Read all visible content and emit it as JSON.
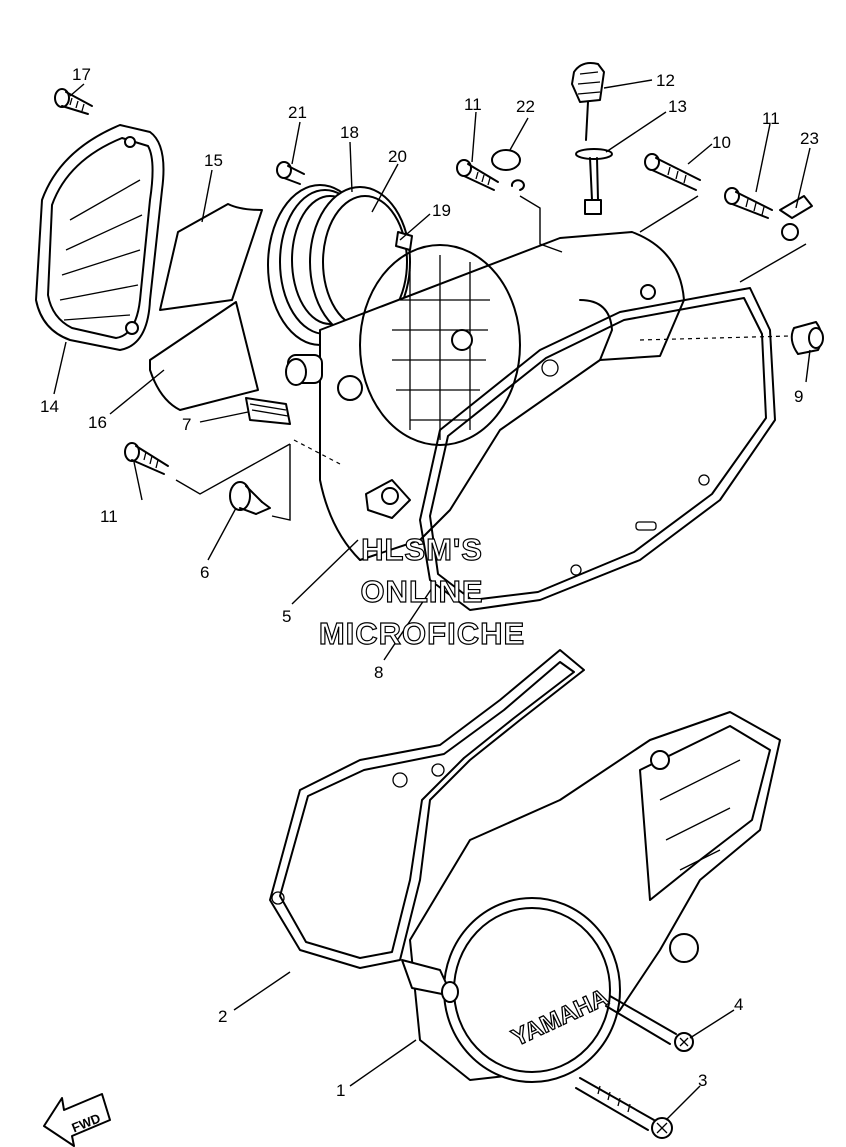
{
  "callouts": [
    {
      "id": "c1",
      "label": "1"
    },
    {
      "id": "c2",
      "label": "2"
    },
    {
      "id": "c3",
      "label": "3"
    },
    {
      "id": "c4",
      "label": "4"
    },
    {
      "id": "c5",
      "label": "5"
    },
    {
      "id": "c6",
      "label": "6"
    },
    {
      "id": "c7",
      "label": "7"
    },
    {
      "id": "c8",
      "label": "8"
    },
    {
      "id": "c9",
      "label": "9"
    },
    {
      "id": "c10",
      "label": "10"
    },
    {
      "id": "c11a",
      "label": "11"
    },
    {
      "id": "c11b",
      "label": "11"
    },
    {
      "id": "c11c",
      "label": "11"
    },
    {
      "id": "c12",
      "label": "12"
    },
    {
      "id": "c13",
      "label": "13"
    },
    {
      "id": "c14",
      "label": "14"
    },
    {
      "id": "c15",
      "label": "15"
    },
    {
      "id": "c16",
      "label": "16"
    },
    {
      "id": "c17",
      "label": "17"
    },
    {
      "id": "c18",
      "label": "18"
    },
    {
      "id": "c19",
      "label": "19"
    },
    {
      "id": "c20",
      "label": "20"
    },
    {
      "id": "c21",
      "label": "21"
    },
    {
      "id": "c22",
      "label": "22"
    },
    {
      "id": "c23",
      "label": "23"
    }
  ],
  "watermark": {
    "line1": "HLSM'S",
    "line2": "ONLINE",
    "line3": "MICROFICHE"
  },
  "cover_brand": "YAMAHA",
  "fwd_label": "FWD"
}
